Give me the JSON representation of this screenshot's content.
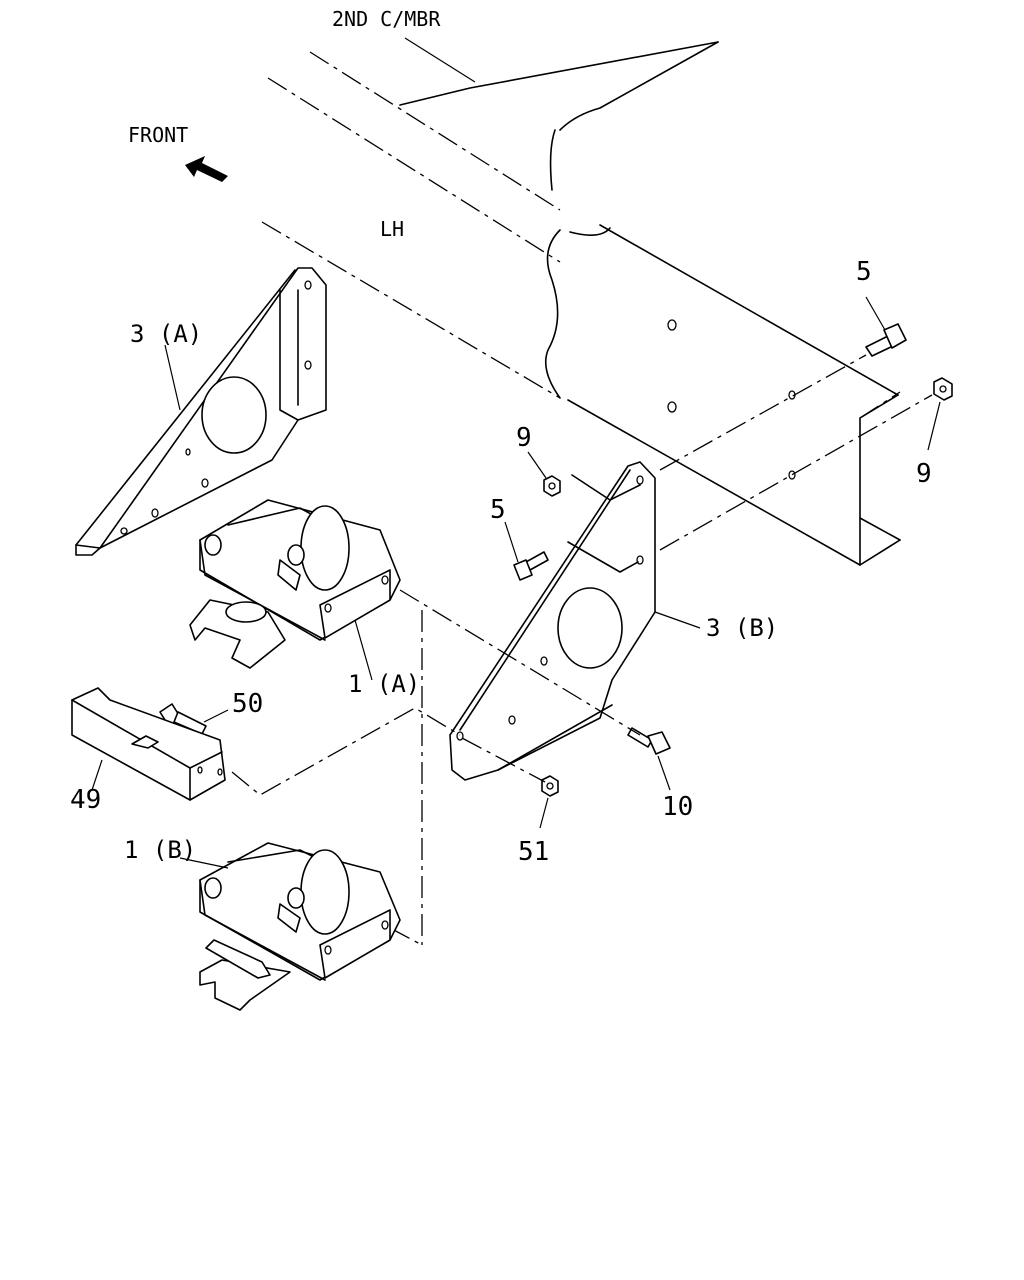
{
  "labels": {
    "crossmember": "2ND C/MBR",
    "front": "FRONT",
    "side": "LH",
    "p5_top": "5",
    "p9_right": "9",
    "p9_mid": "9",
    "p5_mid": "5",
    "p3a": "3 (A)",
    "p3b": "3 (B)",
    "p1a": "1 (A)",
    "p1b": "1 (B)",
    "p50": "50",
    "p49": "49",
    "p10": "10",
    "p51": "51"
  },
  "icons": {
    "front_arrow": "front-arrow-icon"
  }
}
